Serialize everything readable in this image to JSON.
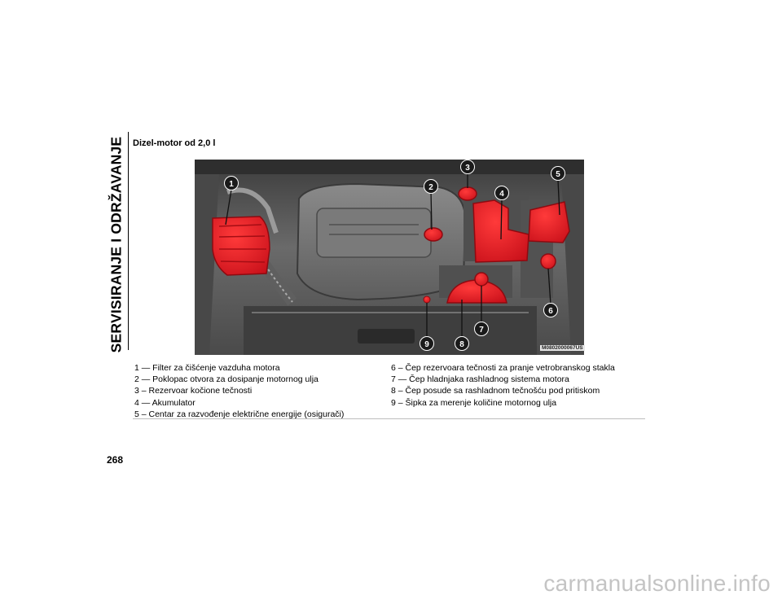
{
  "side_title": "SERVISIRANJE I ODRŽAVANJE",
  "section_title": "Dizel-motor od 2,0 l",
  "image_code": "M0802000067US",
  "callouts": [
    "1",
    "2",
    "3",
    "4",
    "5",
    "6",
    "7",
    "8",
    "9"
  ],
  "legend_left": [
    "1 — Filter za čišćenje vazduha motora",
    "2 — Poklopac otvora za dosipanje motornog ulja",
    "3 – Rezervoar kočione tečnosti",
    "4 — Akumulator",
    "5 – Centar za razvođenje električne energije (osigurači)"
  ],
  "legend_right": [
    "6 – Čep rezervoara tečnosti za pranje vetrobranskog stakla",
    "7 — Čep hladnjaka rashladnog sistema motora",
    "8 – Čep posude sa rashladnom tečnošću pod pritiskom",
    "9 – Šipka za merenje količine motornog ulja"
  ],
  "page_number": "268",
  "watermark": "carmanualsonline.info",
  "colors": {
    "highlight": "#e8171f",
    "callout_fill": "#1a1a1a",
    "photo_bg": "#5a5a5a"
  }
}
